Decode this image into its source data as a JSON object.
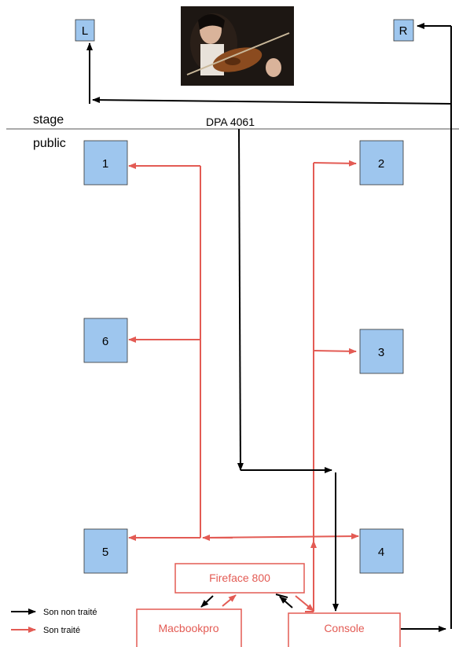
{
  "stage": {
    "label": "stage",
    "monitors": {
      "left": "L",
      "right": "R"
    }
  },
  "public": {
    "label": "public"
  },
  "microphone": {
    "label": "DPA 4061"
  },
  "speakers": {
    "s1": "1",
    "s2": "2",
    "s3": "3",
    "s4": "4",
    "s5": "5",
    "s6": "6"
  },
  "devices": {
    "interface": "Fireface 800",
    "computer": "Macbookpro",
    "mixer": "Console"
  },
  "legend": {
    "untreated": "Son non traité",
    "treated": "Son traité"
  },
  "colors": {
    "speaker_fill": "#9ec6ee",
    "processed": "#e35b54",
    "unprocessed": "#000000"
  }
}
